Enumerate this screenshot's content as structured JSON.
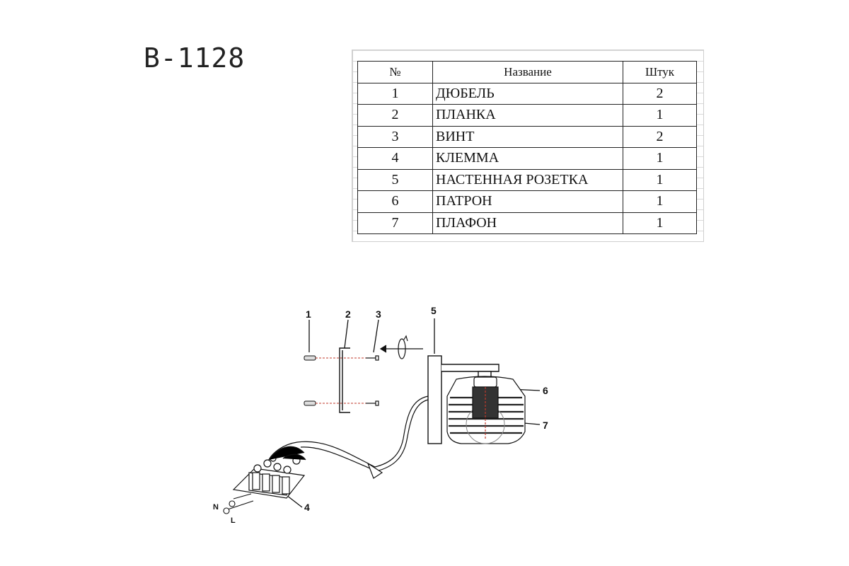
{
  "model": "B-1128",
  "parts_table": {
    "headers": [
      "№",
      "Название",
      "Штук"
    ],
    "rows": [
      {
        "num": "1",
        "name": "ДЮБЕЛЬ",
        "qty": "2"
      },
      {
        "num": "2",
        "name": "ПЛАНКА",
        "qty": "1"
      },
      {
        "num": "3",
        "name": "ВИНТ",
        "qty": "2"
      },
      {
        "num": "4",
        "name": "КЛЕММА",
        "qty": "1"
      },
      {
        "num": "5",
        "name": "НАСТЕННАЯ РОЗЕТКА",
        "qty": "1"
      },
      {
        "num": "6",
        "name": "ПАТРОН",
        "qty": "1"
      },
      {
        "num": "7",
        "name": "ПЛАФОН",
        "qty": "1"
      }
    ]
  },
  "diagram": {
    "callouts": [
      "1",
      "2",
      "3",
      "5",
      "6",
      "7",
      "4"
    ],
    "wire_labels": {
      "neutral": "N",
      "live": "L"
    }
  }
}
